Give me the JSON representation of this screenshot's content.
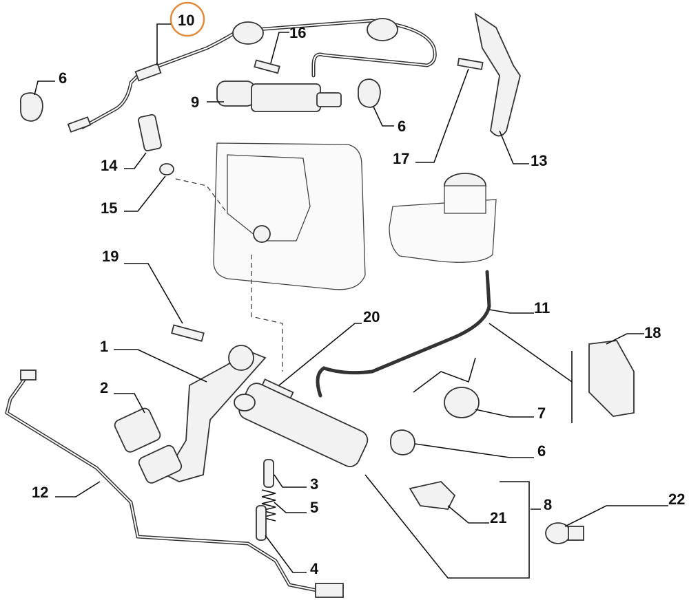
{
  "diagram": {
    "highlight_color": "#E08A3C",
    "callouts": {
      "c10": "10",
      "c6a": "6",
      "c16": "16",
      "c9": "9",
      "c6b": "6",
      "c17": "17",
      "c13": "13",
      "c14": "14",
      "c15": "15",
      "c19": "19",
      "c11": "11",
      "c20": "20",
      "c18": "18",
      "c1": "1",
      "c2": "2",
      "c7": "7",
      "c6c": "6",
      "c12": "12",
      "c3": "3",
      "c8": "8",
      "c21": "21",
      "c22": "22",
      "c5": "5",
      "c4": "4"
    }
  }
}
